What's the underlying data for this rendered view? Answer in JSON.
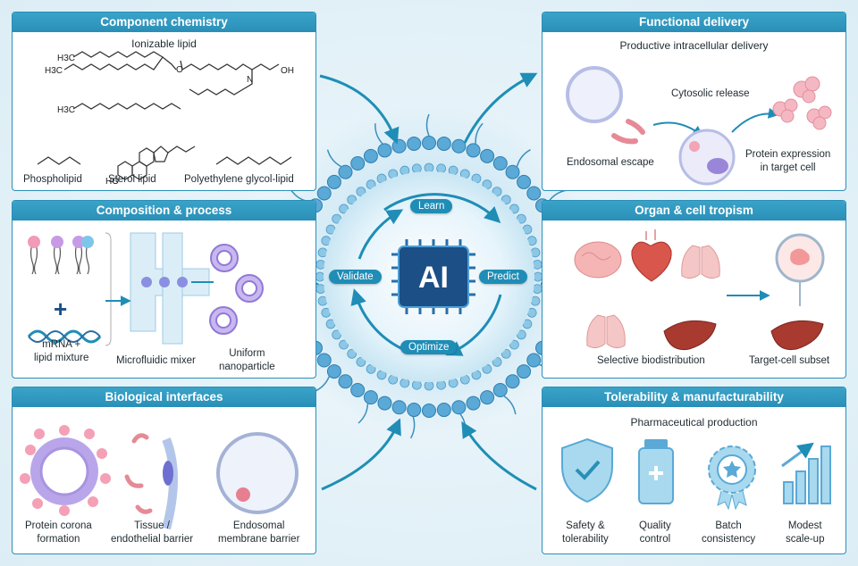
{
  "panels": {
    "component_chemistry": {
      "title": "Component chemistry",
      "subtitle": "Ionizable lipid",
      "formula_labels": {
        "h3c_1": "H3C",
        "h3c_2": "H3C",
        "h3c_3": "H3C",
        "n": "N",
        "oh": "OH",
        "o": "O",
        "ho": "HO"
      },
      "items": [
        "Phospholipid",
        "Sterol lipid",
        "Polyethylene glycol-lipid"
      ]
    },
    "composition_process": {
      "title": "Composition & process",
      "items": [
        "mRNA +\nlipid mixture",
        "Microfluidic mixer",
        "Uniform\nnanoparticle"
      ]
    },
    "biological_interfaces": {
      "title": "Biological interfaces",
      "items": [
        "Protein corona\nformation",
        "Tissue /\nendothelial barrier",
        "Endosomal\nmembrane barrier"
      ]
    },
    "functional_delivery": {
      "title": "Functional delivery",
      "subtitle": "Productive intracellular delivery",
      "items": [
        "Cytosolic release",
        "Endosomal escape",
        "Protein expression\nin target cell"
      ]
    },
    "organ_tropism": {
      "title": "Organ & cell tropism",
      "items": [
        "Selective biodistribution",
        "Target-cell subset"
      ]
    },
    "tolerability": {
      "title": "Tolerability & manufacturability",
      "subtitle": "Pharmaceutical production",
      "items": [
        "Safety &\ntolerability",
        "Quality\ncontrol",
        "Batch\nconsistency",
        "Modest\nscale-up"
      ]
    }
  },
  "center": {
    "chip_label": "AI",
    "cycle": [
      "Learn",
      "Predict",
      "Optimize",
      "Validate"
    ]
  },
  "colors": {
    "accent": "#2a8fb8",
    "chip": "#1b4f86",
    "lipid_head": "#5aa9d6"
  }
}
